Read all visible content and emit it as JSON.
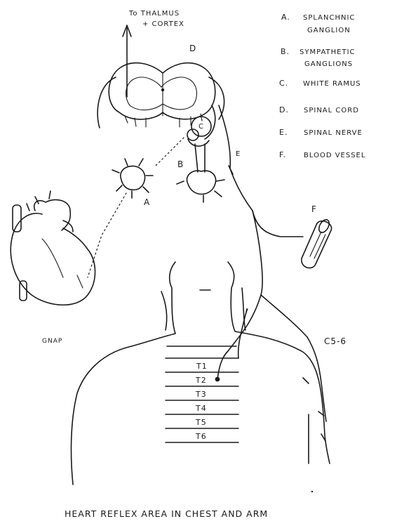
{
  "top_label": [
    "To THALMUS",
    "+ CORTEX"
  ],
  "legend": [
    {
      "letter": "A.",
      "lines": [
        "SPLANCHNIC",
        "GANGLION"
      ]
    },
    {
      "letter": "B.",
      "lines": [
        "SYMPATHETIC",
        "GANGLIONS"
      ]
    },
    {
      "letter": "C.",
      "lines": [
        "WHITE RAMUS"
      ]
    },
    {
      "letter": "D.",
      "lines": [
        "SPINAL CORD"
      ]
    },
    {
      "letter": "E.",
      "lines": [
        "SPINAL NERVE"
      ]
    },
    {
      "letter": "F.",
      "lines": [
        "BLOOD VESSEL"
      ]
    }
  ],
  "markers": {
    "a": "A",
    "b": "B",
    "c": "C",
    "d": "D",
    "e": "E",
    "f": "F"
  },
  "segments": [
    "T1",
    "T2",
    "T3",
    "T4",
    "T5",
    "T6"
  ],
  "dermatome_label": "C5-6",
  "signature": "GNAP",
  "caption": "HEART REFLEX AREA IN CHEST AND ARM"
}
